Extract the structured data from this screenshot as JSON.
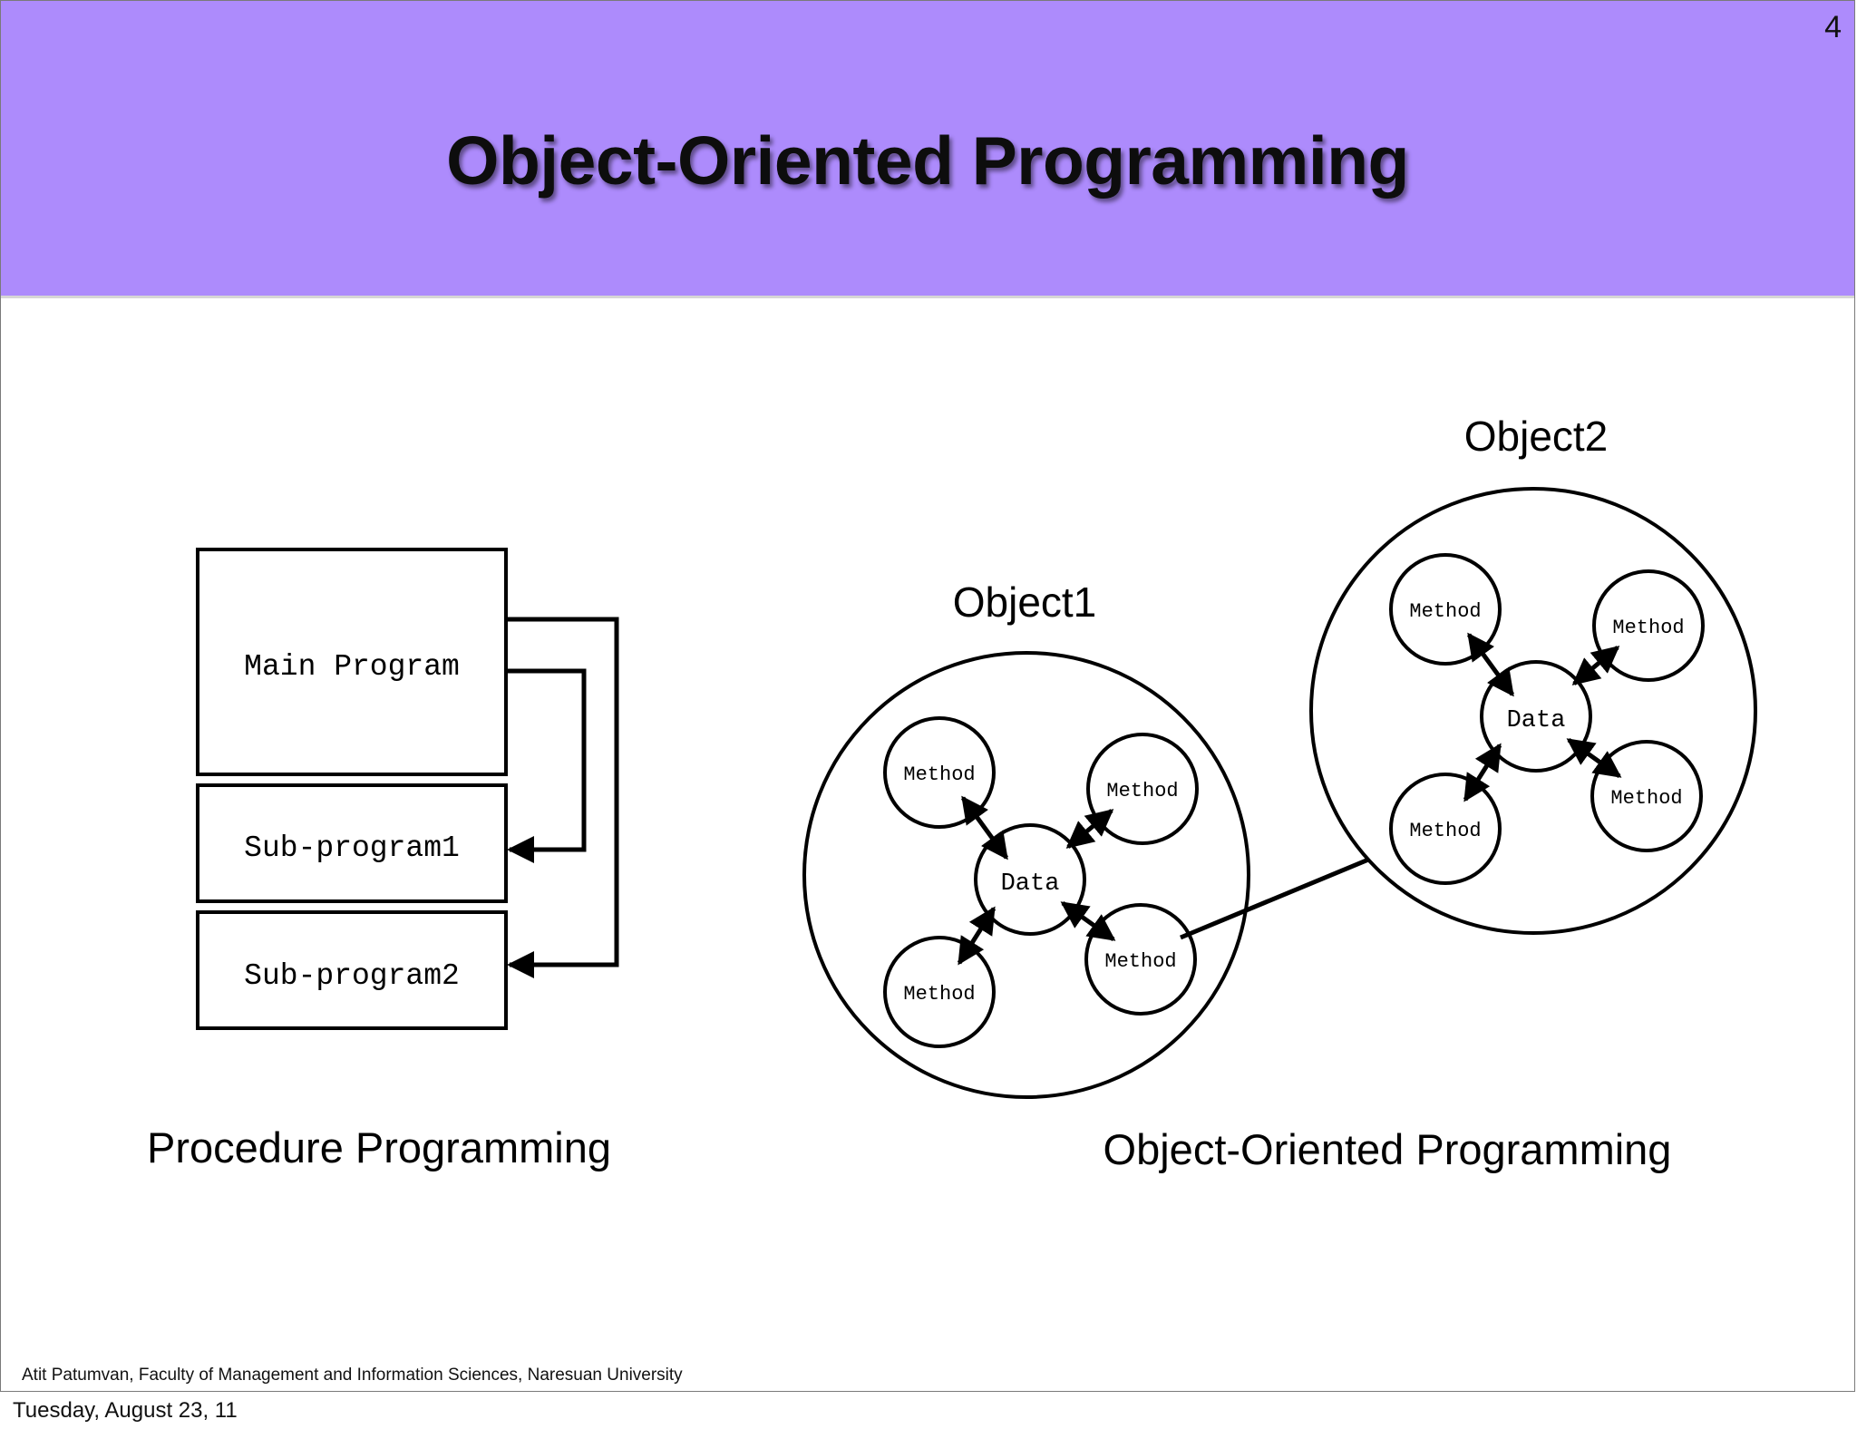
{
  "slide": {
    "page_number": "4",
    "title": "Object-Oriented Programming",
    "footer_credit": "Atit Patumvan, Faculty of Management and Information Sciences, Naresuan University",
    "date": "Tuesday, August 23, 11"
  },
  "procedure": {
    "main_label": "Main Program",
    "sub1_label": "Sub-program1",
    "sub2_label": "Sub-program2",
    "caption": "Procedure Programming"
  },
  "oop": {
    "object1": {
      "label": "Object1",
      "data_label": "Data",
      "methods": [
        "Method",
        "Method",
        "Method",
        "Method"
      ]
    },
    "object2": {
      "label": "Object2",
      "data_label": "Data",
      "methods": [
        "Method",
        "Method",
        "Method",
        "Method"
      ]
    },
    "caption": "Object-Oriented Programming"
  }
}
